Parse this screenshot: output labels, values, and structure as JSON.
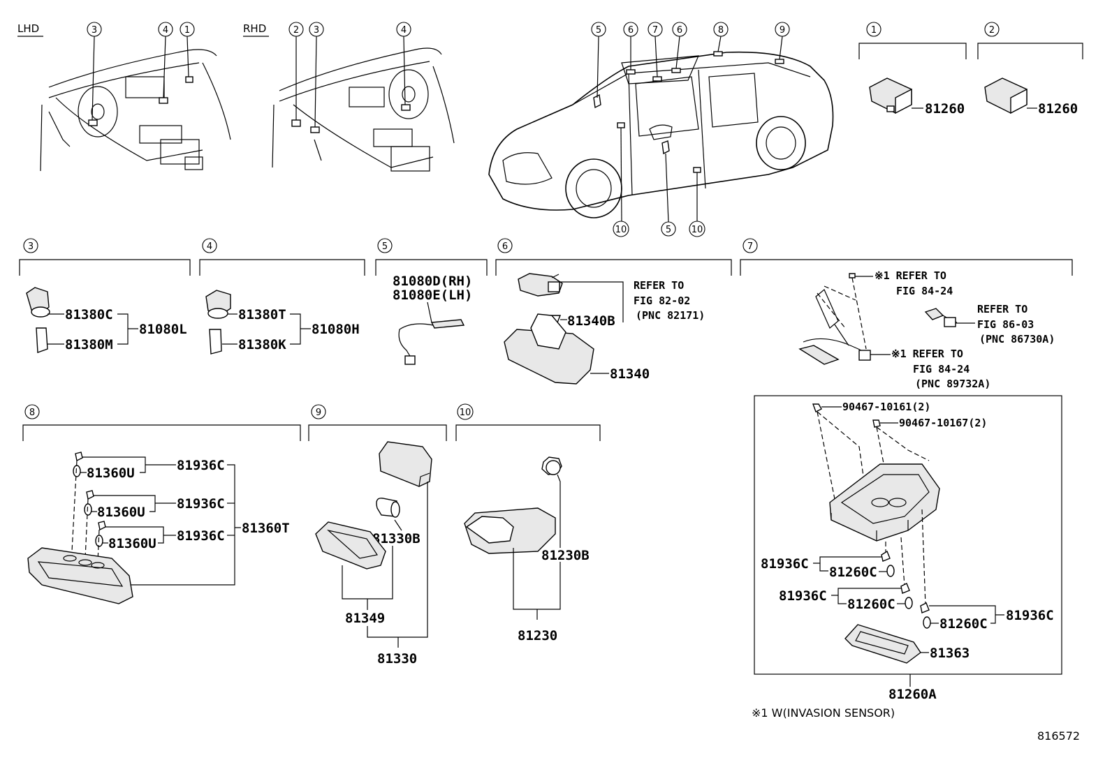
{
  "views": {
    "lhd": "LHD",
    "rhd": "RHD"
  },
  "callouts": [
    "1",
    "2",
    "3",
    "4",
    "5",
    "6",
    "7",
    "8",
    "9",
    "10"
  ],
  "parts": {
    "p81260_a": "81260",
    "p81260_b": "81260",
    "p81380C": "81380C",
    "p81380M": "81380M",
    "p81080L": "81080L",
    "p81380T": "81380T",
    "p81380K": "81380K",
    "p81080H": "81080H",
    "p81080D": "81080D(RH)",
    "p81080E": "81080E(LH)",
    "p81340B": "81340B",
    "p81340": "81340",
    "p81360U_1": "81360U",
    "p81360U_2": "81360U",
    "p81360U_3": "81360U",
    "p81936C_1": "81936C",
    "p81936C_2": "81936C",
    "p81936C_3": "81936C",
    "p81360T": "81360T",
    "p81330B": "81330B",
    "p81349": "81349",
    "p81330": "81330",
    "p81230B": "81230B",
    "p81230": "81230",
    "p90467_10161": "90467-10161(2)",
    "p90467_10167": "90467-10167(2)",
    "p81936C_4": "81936C",
    "p81260C_1": "81260C",
    "p81936C_5": "81936C",
    "p81260C_2": "81260C",
    "p81260C_3": "81260C",
    "p81936C_6": "81936C",
    "p81363": "81363",
    "p81260A": "81260A"
  },
  "refs": {
    "r6_l1": "REFER TO",
    "r6_l2": "FIG 82-02",
    "r6_l3": "(PNC 82171)",
    "r7a_l1": "※1 REFER TO",
    "r7a_l2": "FIG 84-24",
    "r7b_l1": "REFER TO",
    "r7b_l2": "FIG 86-03",
    "r7b_l3": "(PNC 86730A)",
    "r7c_l1": "※1 REFER TO",
    "r7c_l2": "FIG 84-24",
    "r7c_l3": "(PNC 89732A)"
  },
  "footnote": "※1 W(INVASION SENSOR)",
  "figure_number": "816572"
}
